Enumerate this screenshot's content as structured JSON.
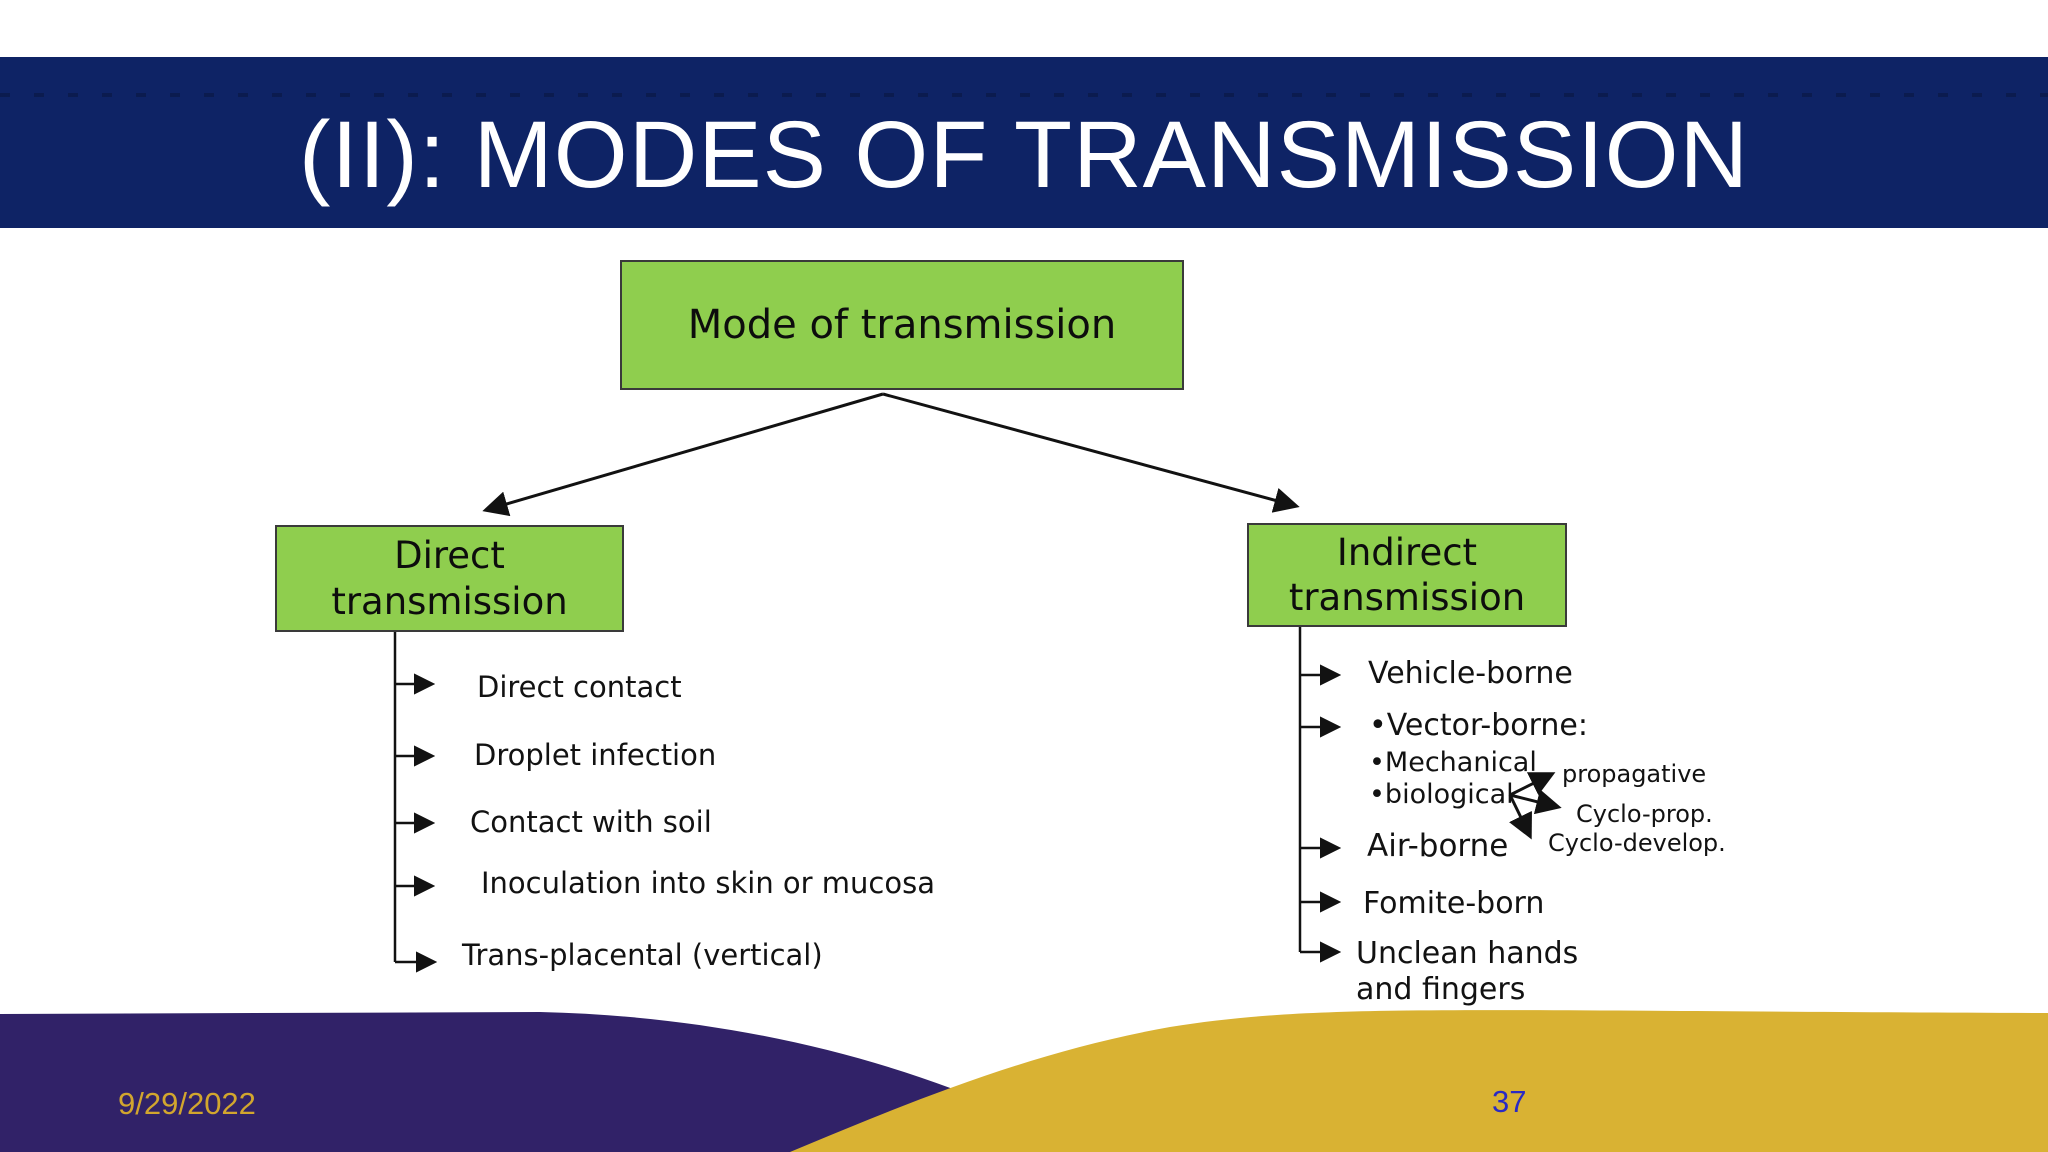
{
  "slide": {
    "title": "(II): MODES OF TRANSMISSION",
    "footer": {
      "date": "9/29/2022",
      "page_number": "37"
    }
  },
  "diagram": {
    "root": {
      "label": "Mode of transmission"
    },
    "direct": {
      "label": "Direct transmission",
      "items": [
        "Direct contact",
        "Droplet infection",
        "Contact with soil",
        "Inoculation into skin or mucosa",
        "Trans-placental (vertical)"
      ]
    },
    "indirect": {
      "label": "Indirect transmission",
      "items": [
        "Vehicle-borne",
        "•Vector-borne:",
        "Air-borne",
        "Fomite-born",
        "Unclean hands and fingers"
      ],
      "vector_sub": {
        "bullets": [
          "•Mechanical",
          "•biological"
        ],
        "targets": [
          "propagative",
          "Cyclo-prop.",
          "Cyclo-develop."
        ]
      }
    }
  },
  "colors": {
    "header_navy": "#0e2365",
    "box_green": "#8fce4e",
    "box_border": "#3a3a3a",
    "footer_purple": "#312268",
    "footer_gold": "#d9b233",
    "date_text_gold": "#d2a62e",
    "page_number_blue": "#2a2ac4",
    "connector_black": "#121212"
  }
}
